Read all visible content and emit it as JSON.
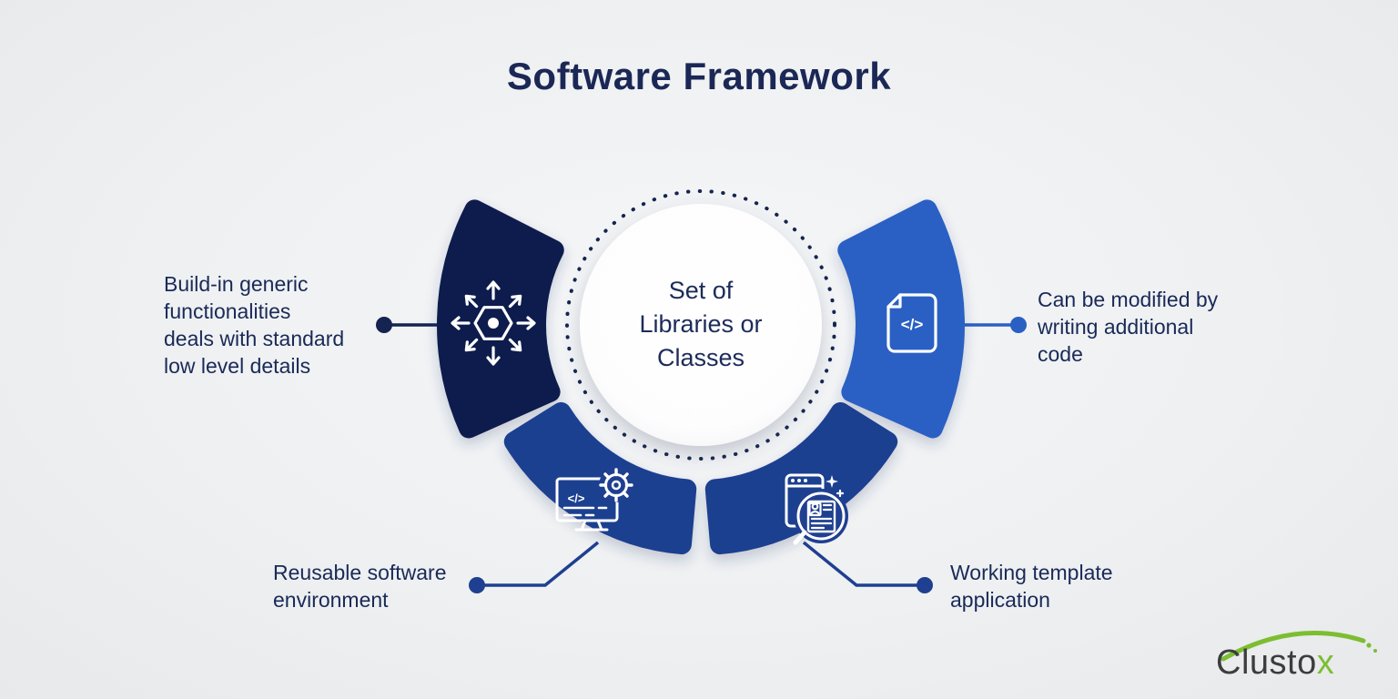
{
  "title": "Software Framework",
  "center": {
    "label": "Set of\nLibraries or\nClasses"
  },
  "segments": [
    {
      "position": "top-left",
      "label": "Build-in generic\nfunctionalities\ndeals with standard\nlow level details",
      "color": "#0f1e4d",
      "icon": "expand-arrows-gear-icon"
    },
    {
      "position": "top-right",
      "label": "Can be modified by\nwriting additional\ncode",
      "color": "#2a60c3",
      "icon": "code-file-icon"
    },
    {
      "position": "bottom-left",
      "label": "Reusable software\nenvironment",
      "color": "#1f3f90",
      "icon": "monitor-code-gear-icon"
    },
    {
      "position": "bottom-right",
      "label": "Working template\napplication",
      "color": "#1f3f90",
      "icon": "magnifier-template-icon"
    }
  ],
  "glyphs": {
    "code": "</>"
  },
  "logo": {
    "name": "Clusto",
    "accent": "x"
  },
  "colors": {
    "background": "#eef0f2",
    "segment_dark_navy": "#0f1e4d",
    "segment_bright_blue": "#2a60c3",
    "segment_medium_blue": "#1f3f90",
    "text_navy": "#1a2a57",
    "dotted_ring": "#16254e",
    "center_circle": "#ffffff",
    "logo_green": "#7cbe31",
    "logo_gray": "#3d3d3d"
  }
}
